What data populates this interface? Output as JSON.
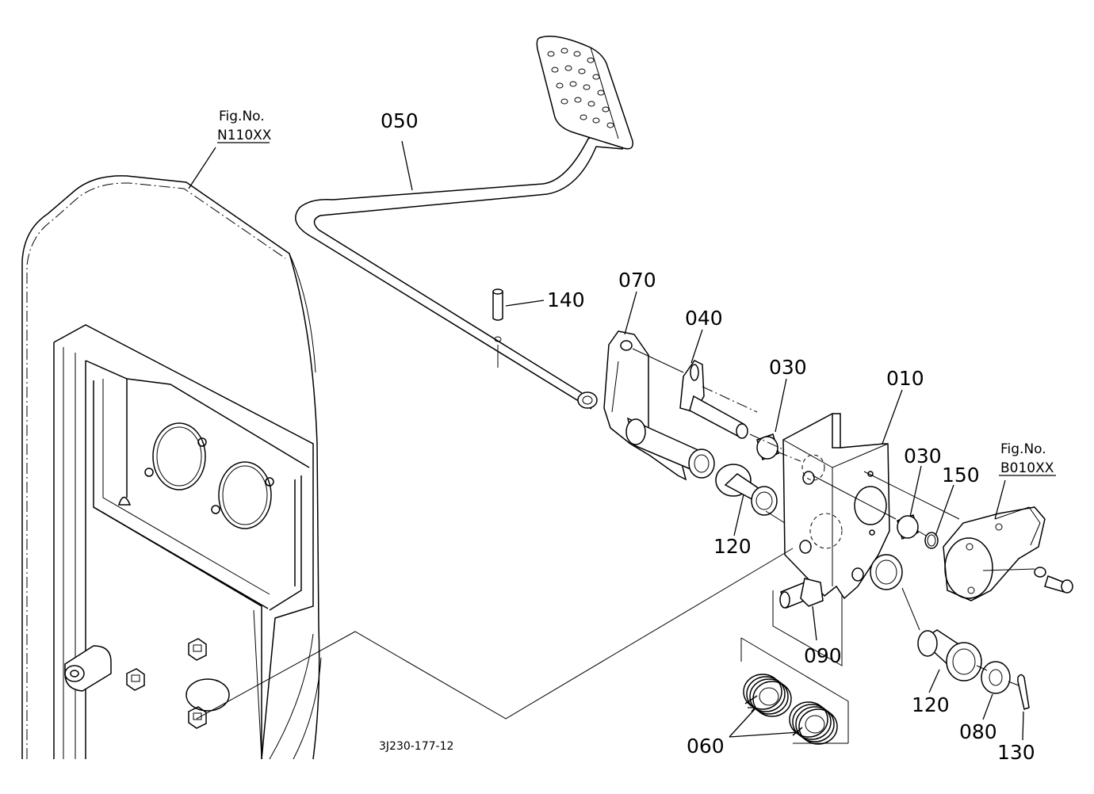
{
  "diagram_code": "3J230-177-12",
  "fig_refs": [
    {
      "label": "Fig.No.",
      "code": "N110XX"
    },
    {
      "label": "Fig.No.",
      "code": "B010XX"
    }
  ],
  "parts": [
    {
      "id": "p050",
      "number": "050"
    },
    {
      "id": "p140",
      "number": "140"
    },
    {
      "id": "p070",
      "number": "070"
    },
    {
      "id": "p040",
      "number": "040"
    },
    {
      "id": "p030a",
      "number": "030"
    },
    {
      "id": "p010",
      "number": "010"
    },
    {
      "id": "p030b",
      "number": "030"
    },
    {
      "id": "p150",
      "number": "150"
    },
    {
      "id": "p120a",
      "number": "120"
    },
    {
      "id": "p090",
      "number": "090"
    },
    {
      "id": "p120b",
      "number": "120"
    },
    {
      "id": "p060",
      "number": "060"
    },
    {
      "id": "p080",
      "number": "080"
    },
    {
      "id": "p130",
      "number": "130"
    }
  ]
}
